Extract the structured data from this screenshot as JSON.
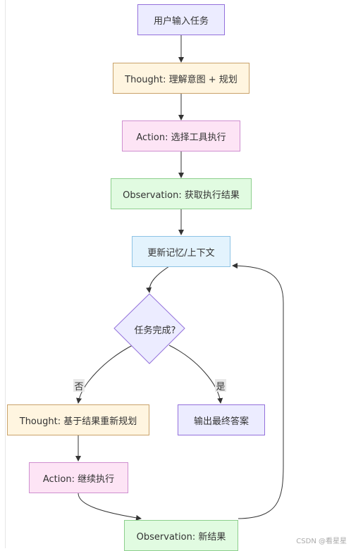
{
  "nodes": {
    "user_input": "用户输入任务",
    "thought": "Thought: 理解意图 + 规划",
    "action": "Action: 选择工具执行",
    "observation": "Observation: 获取执行结果",
    "update_memory": "更新记忆/上下文",
    "decision": "任务完成?",
    "thought_replan": "Thought: 基于结果重新规划",
    "final_answer": "输出最终答案",
    "action_continue": "Action: 继续执行",
    "observation_new": "Observation: 新结果"
  },
  "edge_labels": {
    "no": "否",
    "yes": "是"
  },
  "watermark": "CSDN @看星星",
  "colors": {
    "purple_fill": "#ececff",
    "purple_stroke": "#9370db",
    "orange_fill": "#fff5e0",
    "pink_fill": "#fde4f5",
    "green_fill": "#e1fbe1",
    "blue_fill": "#e3f3fd",
    "edge": "#333333"
  }
}
